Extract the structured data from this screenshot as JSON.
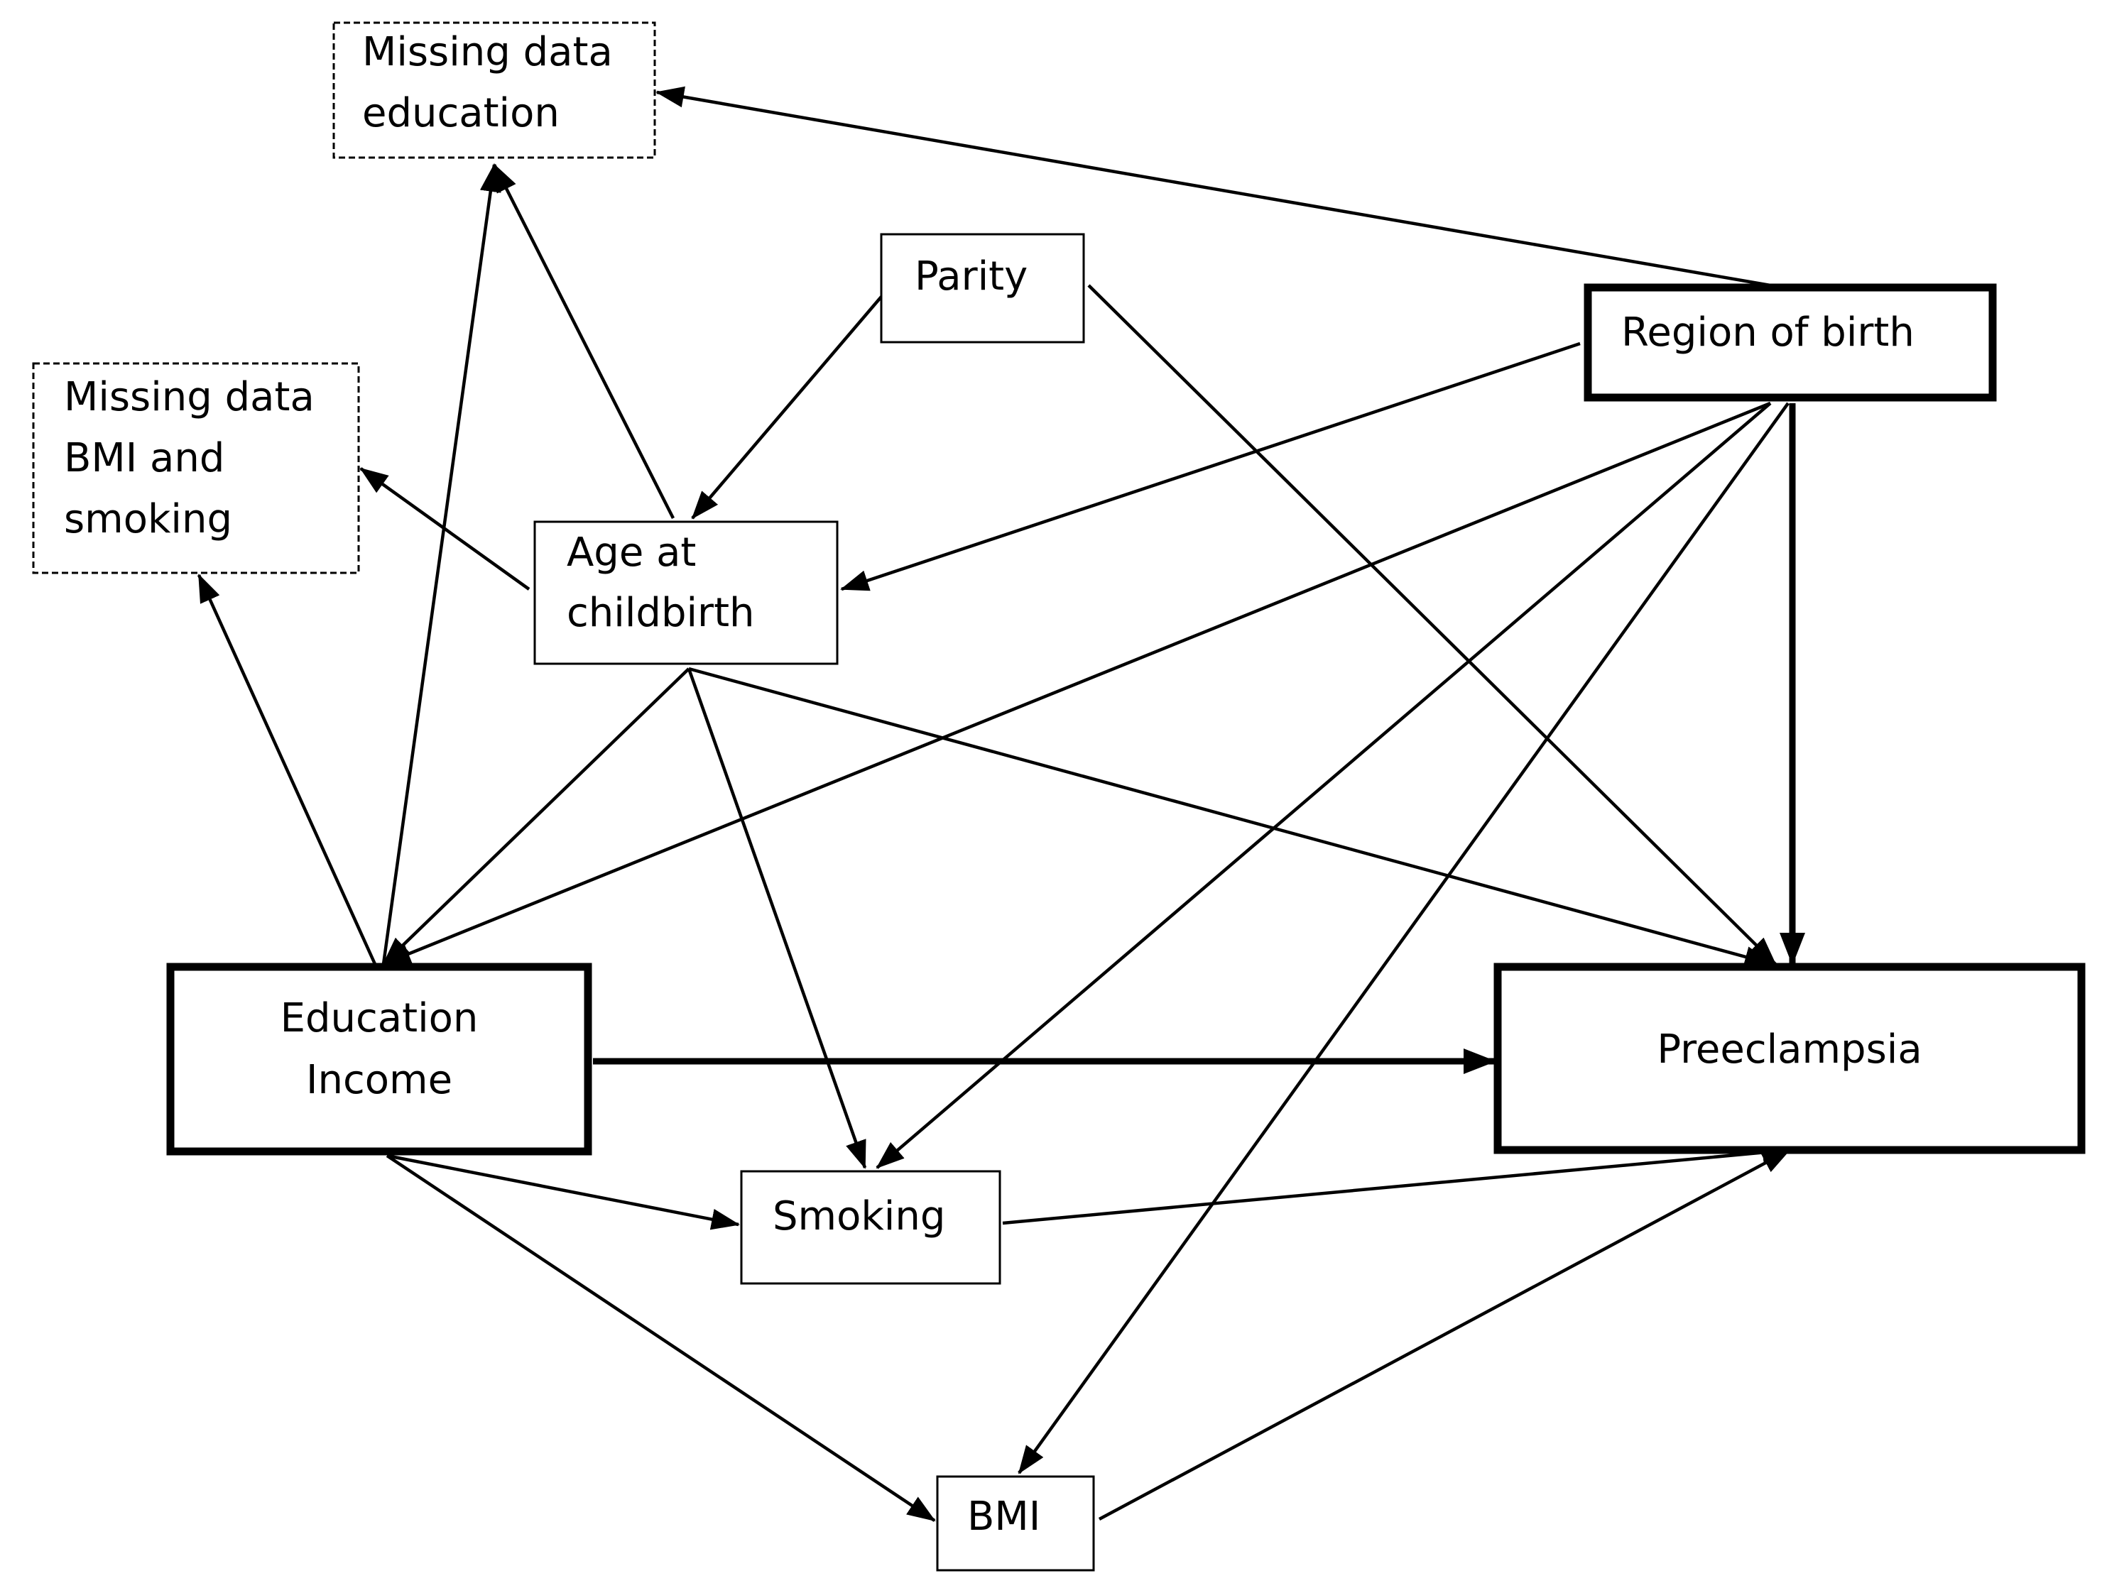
{
  "nodes": {
    "missing_education": {
      "lines": [
        "Missing data",
        "education"
      ],
      "style": "dashed"
    },
    "parity": {
      "lines": [
        "Parity"
      ],
      "style": "thin"
    },
    "region_of_birth": {
      "lines": [
        "Region of birth"
      ],
      "style": "bold"
    },
    "missing_bmi_smoking": {
      "lines": [
        "Missing data",
        "BMI and",
        "smoking"
      ],
      "style": "dashed"
    },
    "age_at_childbirth": {
      "lines": [
        "Age at",
        "childbirth"
      ],
      "style": "thin"
    },
    "education_income": {
      "lines": [
        "Education",
        "Income"
      ],
      "style": "bold"
    },
    "preeclampsia": {
      "lines": [
        "Preeclampsia"
      ],
      "style": "bold"
    },
    "smoking": {
      "lines": [
        "Smoking"
      ],
      "style": "thin"
    },
    "bmi": {
      "lines": [
        "BMI"
      ],
      "style": "thin"
    }
  },
  "edges": [
    {
      "from": "region_of_birth",
      "to": "missing_education",
      "weight": "thin"
    },
    {
      "from": "region_of_birth",
      "to": "age_at_childbirth",
      "weight": "thin"
    },
    {
      "from": "region_of_birth",
      "to": "education_income",
      "weight": "thin"
    },
    {
      "from": "region_of_birth",
      "to": "smoking",
      "weight": "thin"
    },
    {
      "from": "region_of_birth",
      "to": "bmi",
      "weight": "thin"
    },
    {
      "from": "region_of_birth",
      "to": "preeclampsia",
      "weight": "bold"
    },
    {
      "from": "parity",
      "to": "age_at_childbirth",
      "weight": "thin"
    },
    {
      "from": "parity",
      "to": "preeclampsia",
      "weight": "thin"
    },
    {
      "from": "age_at_childbirth",
      "to": "missing_education",
      "weight": "thin"
    },
    {
      "from": "age_at_childbirth",
      "to": "missing_bmi_smoking",
      "weight": "thin"
    },
    {
      "from": "age_at_childbirth",
      "to": "education_income",
      "weight": "thin"
    },
    {
      "from": "age_at_childbirth",
      "to": "smoking",
      "weight": "thin"
    },
    {
      "from": "age_at_childbirth",
      "to": "preeclampsia",
      "weight": "thin"
    },
    {
      "from": "education_income",
      "to": "missing_education",
      "weight": "thin"
    },
    {
      "from": "education_income",
      "to": "missing_bmi_smoking",
      "weight": "thin"
    },
    {
      "from": "education_income",
      "to": "preeclampsia",
      "weight": "bold"
    },
    {
      "from": "education_income",
      "to": "smoking",
      "weight": "thin"
    },
    {
      "from": "education_income",
      "to": "bmi",
      "weight": "thin"
    },
    {
      "from": "smoking",
      "to": "preeclampsia",
      "weight": "thin"
    },
    {
      "from": "bmi",
      "to": "preeclampsia",
      "weight": "thin"
    }
  ],
  "colors": {
    "stroke": "#000000",
    "background": "#ffffff"
  }
}
